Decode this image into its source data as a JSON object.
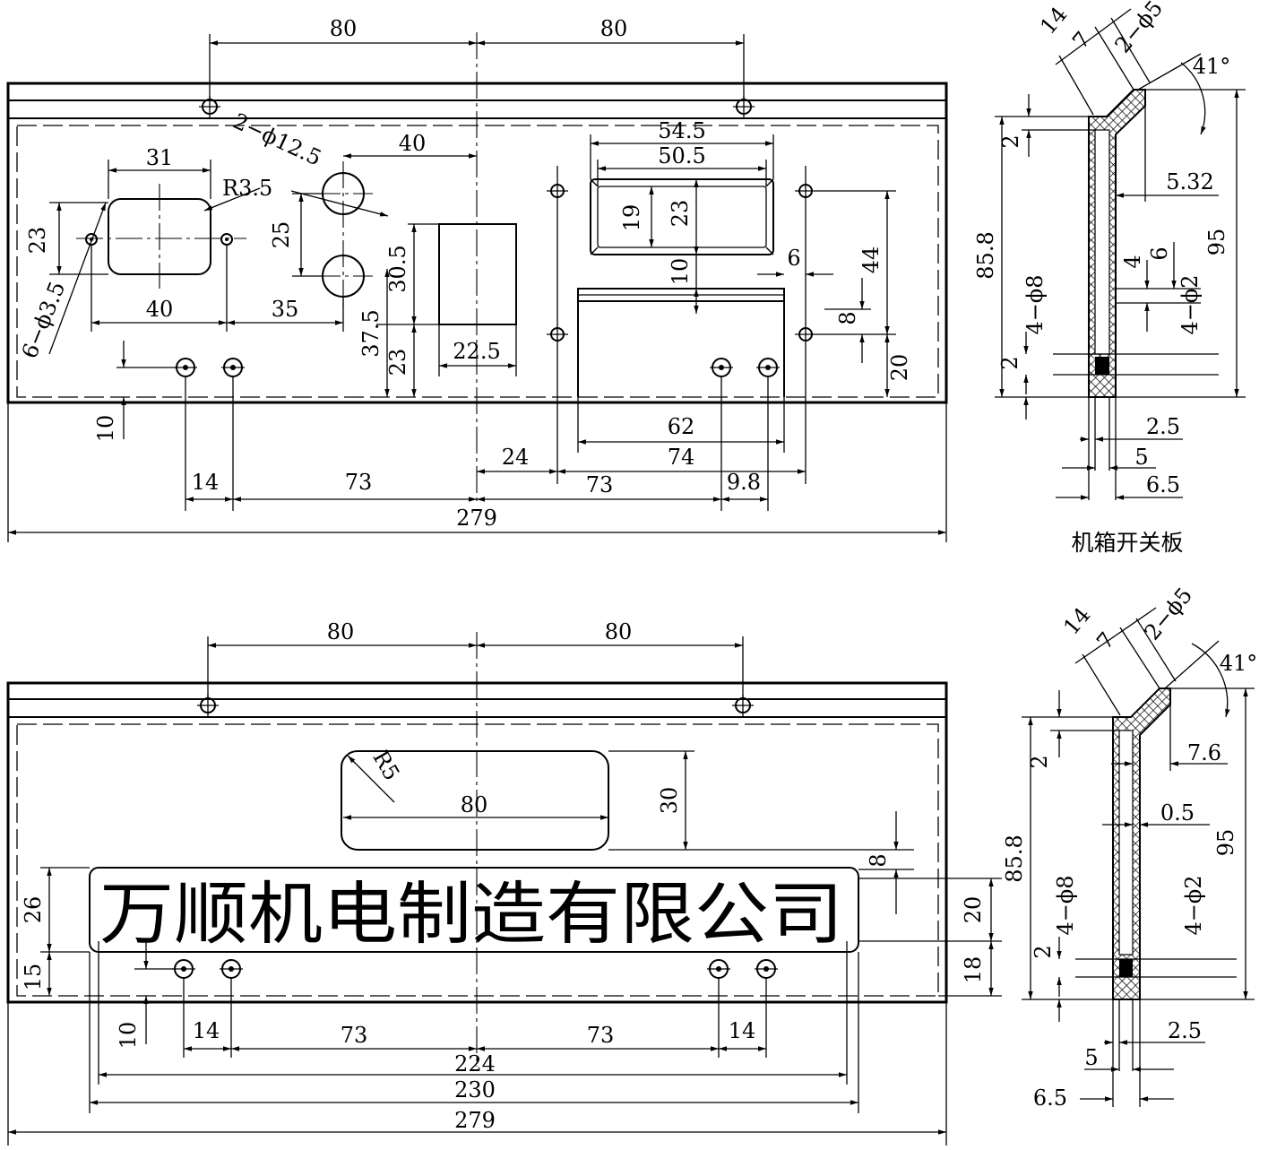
{
  "top_panel": {
    "dims": {
      "d80a": "80",
      "d80b": "80",
      "d2phi125": "2−ϕ12.5",
      "d40a": "40",
      "d545": "54.5",
      "d505": "50.5",
      "d31": "31",
      "dR35": "R3.5",
      "d23a": "23",
      "d25": "25",
      "d19": "19",
      "d23b": "23",
      "d44": "44",
      "d6phi35": "6−ϕ3.5",
      "d305": "30.5",
      "d10a": "10",
      "d6": "6",
      "d40b": "40",
      "d35": "35",
      "d8": "8",
      "d375": "37.5",
      "d23c": "23",
      "d225": "22.5",
      "d20": "20",
      "d10b": "10",
      "d62": "62",
      "d24": "24",
      "d74": "74",
      "d14": "14",
      "d73a": "73",
      "d73b": "73",
      "d98": "9.8",
      "d279": "279"
    }
  },
  "top_side": {
    "dims": {
      "d14": "14",
      "d7": "7",
      "d2phi5": "2−ϕ5",
      "d41": "41°",
      "d2a": "2",
      "d532": "5.32",
      "d858": "85.8",
      "d95": "95",
      "d4": "4",
      "d6": "6",
      "d4phi8": "4−ϕ8",
      "d4phi2": "4−ϕ2",
      "d2b": "2",
      "d25": "2.5",
      "d5": "5",
      "d65": "6.5"
    },
    "caption": "机箱开关板"
  },
  "bottom_panel": {
    "dims": {
      "d80a": "80",
      "d80b": "80",
      "dR5": "R5",
      "d80c": "80",
      "d30": "30",
      "d8": "8",
      "d26": "26",
      "d20": "20",
      "d15": "15",
      "d18": "18",
      "d10": "10",
      "d14a": "14",
      "d73a": "73",
      "d73b": "73",
      "d14b": "14",
      "d224": "224",
      "d230": "230",
      "d279": "279"
    },
    "nameplate": "万顺机电制造有限公司"
  },
  "bottom_side": {
    "dims": {
      "d14": "14",
      "d7": "7",
      "d2phi5": "2−ϕ5",
      "d41": "41°",
      "d2a": "2",
      "d76": "7.6",
      "d05": "0.5",
      "d858": "85.8",
      "d95": "95",
      "d4phi8": "4−ϕ8",
      "d4phi2": "4−ϕ2",
      "d2b": "2",
      "d25": "2.5",
      "d5": "5",
      "d65": "6.5"
    }
  }
}
